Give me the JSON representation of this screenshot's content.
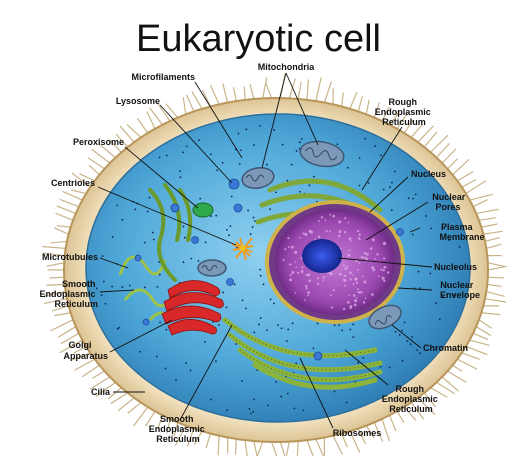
{
  "title": "Eukaryotic cell",
  "colors": {
    "cytoplasm": "#4fa8d8",
    "membrane": "#e8d4a8",
    "cilia": "#c9b48a",
    "nucleus": "#8b3fa0",
    "nucleolus": "#1f3cc8",
    "golgi": "#d8282a",
    "er": "#7fa83a",
    "mitochondria": "#6c8fb2",
    "peroxisome": "#2ea84a",
    "centriole": "#f29a1e"
  },
  "labels": {
    "mitochondria": "Mitochondria",
    "microfilaments": "Microfilaments",
    "lysosome": "Lysosome",
    "peroxisome": "Peroxisome",
    "centrioles": "Centrioles",
    "microtubules": "Microtubules",
    "smooth_er_left": [
      "Smooth",
      "Endoplasmic",
      "Reticulum"
    ],
    "golgi": [
      "Golgi",
      "Apparatus"
    ],
    "cilia": "Cilia",
    "smooth_er_bottom": [
      "Smooth",
      "Endoplasmic",
      "Reticulum"
    ],
    "ribosomes": "Ribosomes",
    "rough_er_bottom": [
      "Rough",
      "Endoplasmic",
      "Reticulum"
    ],
    "chromatin": "Chromatin",
    "nuclear_envelope": [
      "Nuclear",
      "Envelope"
    ],
    "nucleolus": "Nucleolus",
    "plasma_membrane": [
      "Plasma",
      "Membrane"
    ],
    "nuclear_pores": [
      "Nuclear",
      "Pores"
    ],
    "nucleus": "Nucleus",
    "rough_er_top": [
      "Rough",
      "Endoplasmic",
      "Reticulum"
    ]
  }
}
